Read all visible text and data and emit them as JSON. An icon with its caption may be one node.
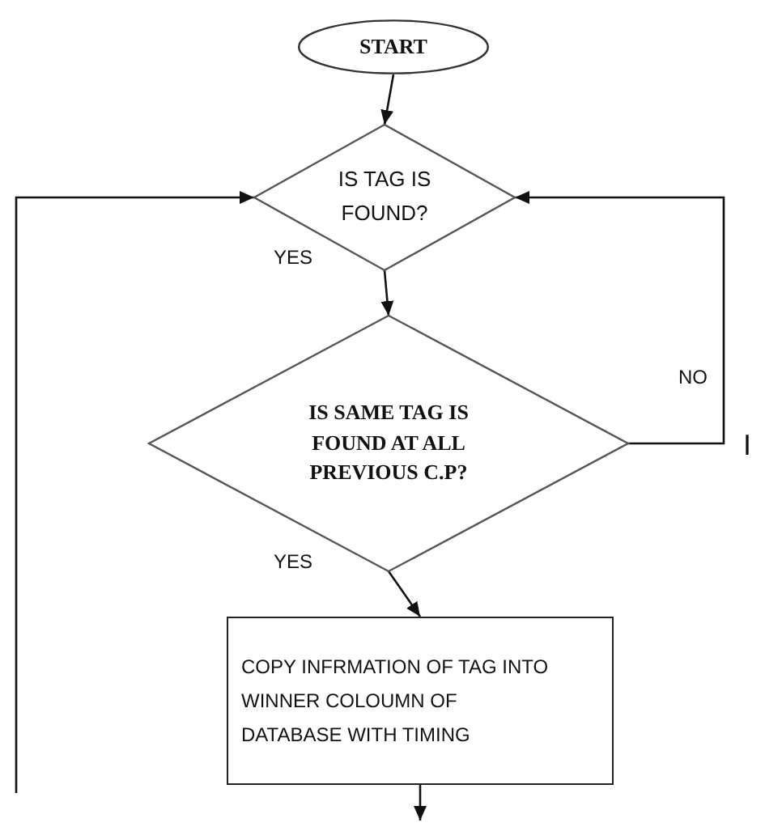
{
  "diagram": {
    "nodes": [
      {
        "text": [
          "START"
        ]
      },
      {
        "text": [
          "IS TAG IS FOUND?"
        ]
      },
      {
        "text": [
          "IS SAME TAG IS FOUND AT ALL PREVIOUS C.P?"
        ]
      },
      {
        "text": [
          "COPY INFRMATION OF TAG INTO WINNER COLOUMN OF DATABASE WITH TIMING"
        ]
      }
    ],
    "edges": [
      {
        "from": 0,
        "to": 1,
        "arrow": "to"
      },
      {
        "from": 1,
        "to": 2,
        "arrow": "to",
        "label": "YES"
      },
      {
        "from": 2,
        "to": 3,
        "arrow": "to",
        "label": "YES"
      },
      {
        "from": 2,
        "to": 1,
        "arrow": "to",
        "label": "NO"
      },
      {
        "from": null,
        "to": 1,
        "arrow": "to"
      },
      {
        "from": 3,
        "to": null,
        "arrow": "to"
      }
    ],
    "labels": [
      "I"
    ]
  }
}
